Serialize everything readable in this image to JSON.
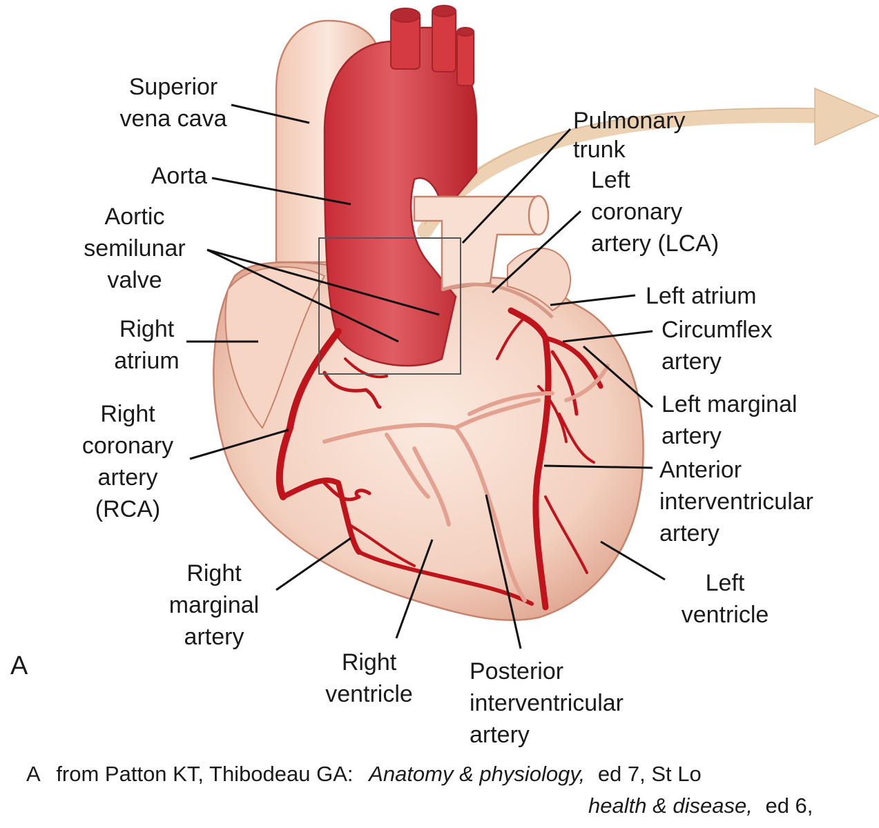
{
  "panel_letter": "A",
  "labels": {
    "superior_vena_cava": [
      "Superior",
      "vena cava"
    ],
    "aorta": [
      "Aorta"
    ],
    "aortic_semilunar_valve": [
      "Aortic",
      "semilunar",
      "valve"
    ],
    "right_atrium": [
      "Right",
      "atrium"
    ],
    "right_coronary_artery": [
      "Right",
      "coronary",
      "artery",
      "(RCA)"
    ],
    "right_marginal_artery": [
      "Right",
      "marginal",
      "artery"
    ],
    "right_ventricle": [
      "Right",
      "ventricle"
    ],
    "posterior_interventricular_artery": [
      "Posterior",
      "interventricular",
      "artery"
    ],
    "pulmonary_trunk": [
      "Pulmonary",
      "trunk"
    ],
    "left_coronary_artery": [
      "Left",
      "coronary",
      "artery (LCA)"
    ],
    "left_atrium": [
      "Left atrium"
    ],
    "circumflex_artery": [
      "Circumflex",
      "artery"
    ],
    "left_marginal_artery": [
      "Left marginal",
      "artery"
    ],
    "anterior_interventricular_artery": [
      "Anterior",
      "interventricular",
      "artery"
    ],
    "left_ventricle": [
      "Left",
      "ventricle"
    ]
  },
  "credit": {
    "letter": "A",
    "line1_prefix": "from Patton KT, Thibodeau GA:",
    "line1_title": "Anatomy & physiology,",
    "line1_suffix": "ed 7, St Lo",
    "line2_title": "health & disease,",
    "line2_suffix": "ed 6,"
  },
  "colors": {
    "heart_tissue": "#f6d8c8",
    "aorta": "#d5383f",
    "coronary_artery": "#c0141c",
    "vein": "#f4cfbd",
    "arrow": "#ecd2b3"
  }
}
